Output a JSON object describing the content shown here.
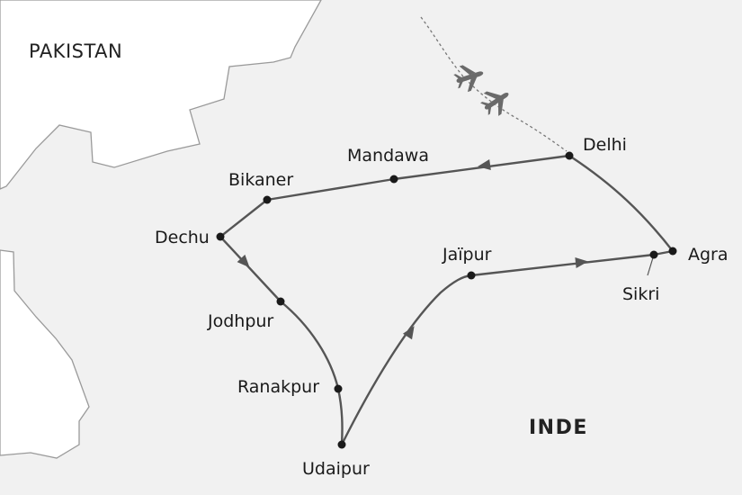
{
  "countries": {
    "pakistan": "PAKISTAN",
    "india": "INDE"
  },
  "cities": {
    "delhi": "Delhi",
    "mandawa": "Mandawa",
    "bikaner": "Bikaner",
    "dechu": "Dechu",
    "jodhpur": "Jodhpur",
    "ranakpur": "Ranakpur",
    "udaipur": "Udaipur",
    "jaipur": "Jaïpur",
    "sikri": "Sikri",
    "agra": "Agra"
  },
  "colors": {
    "india": "#f1f1f1",
    "pakistan": "#ffffff",
    "border": "#9a9a9a",
    "route": "#555555",
    "flight_path": "#777777",
    "plane": "#6a6a6a",
    "city_dot": "#1a1a1a"
  },
  "icons": [
    "airplane-icon",
    "airplane-icon",
    "direction-arrow-icon"
  ]
}
